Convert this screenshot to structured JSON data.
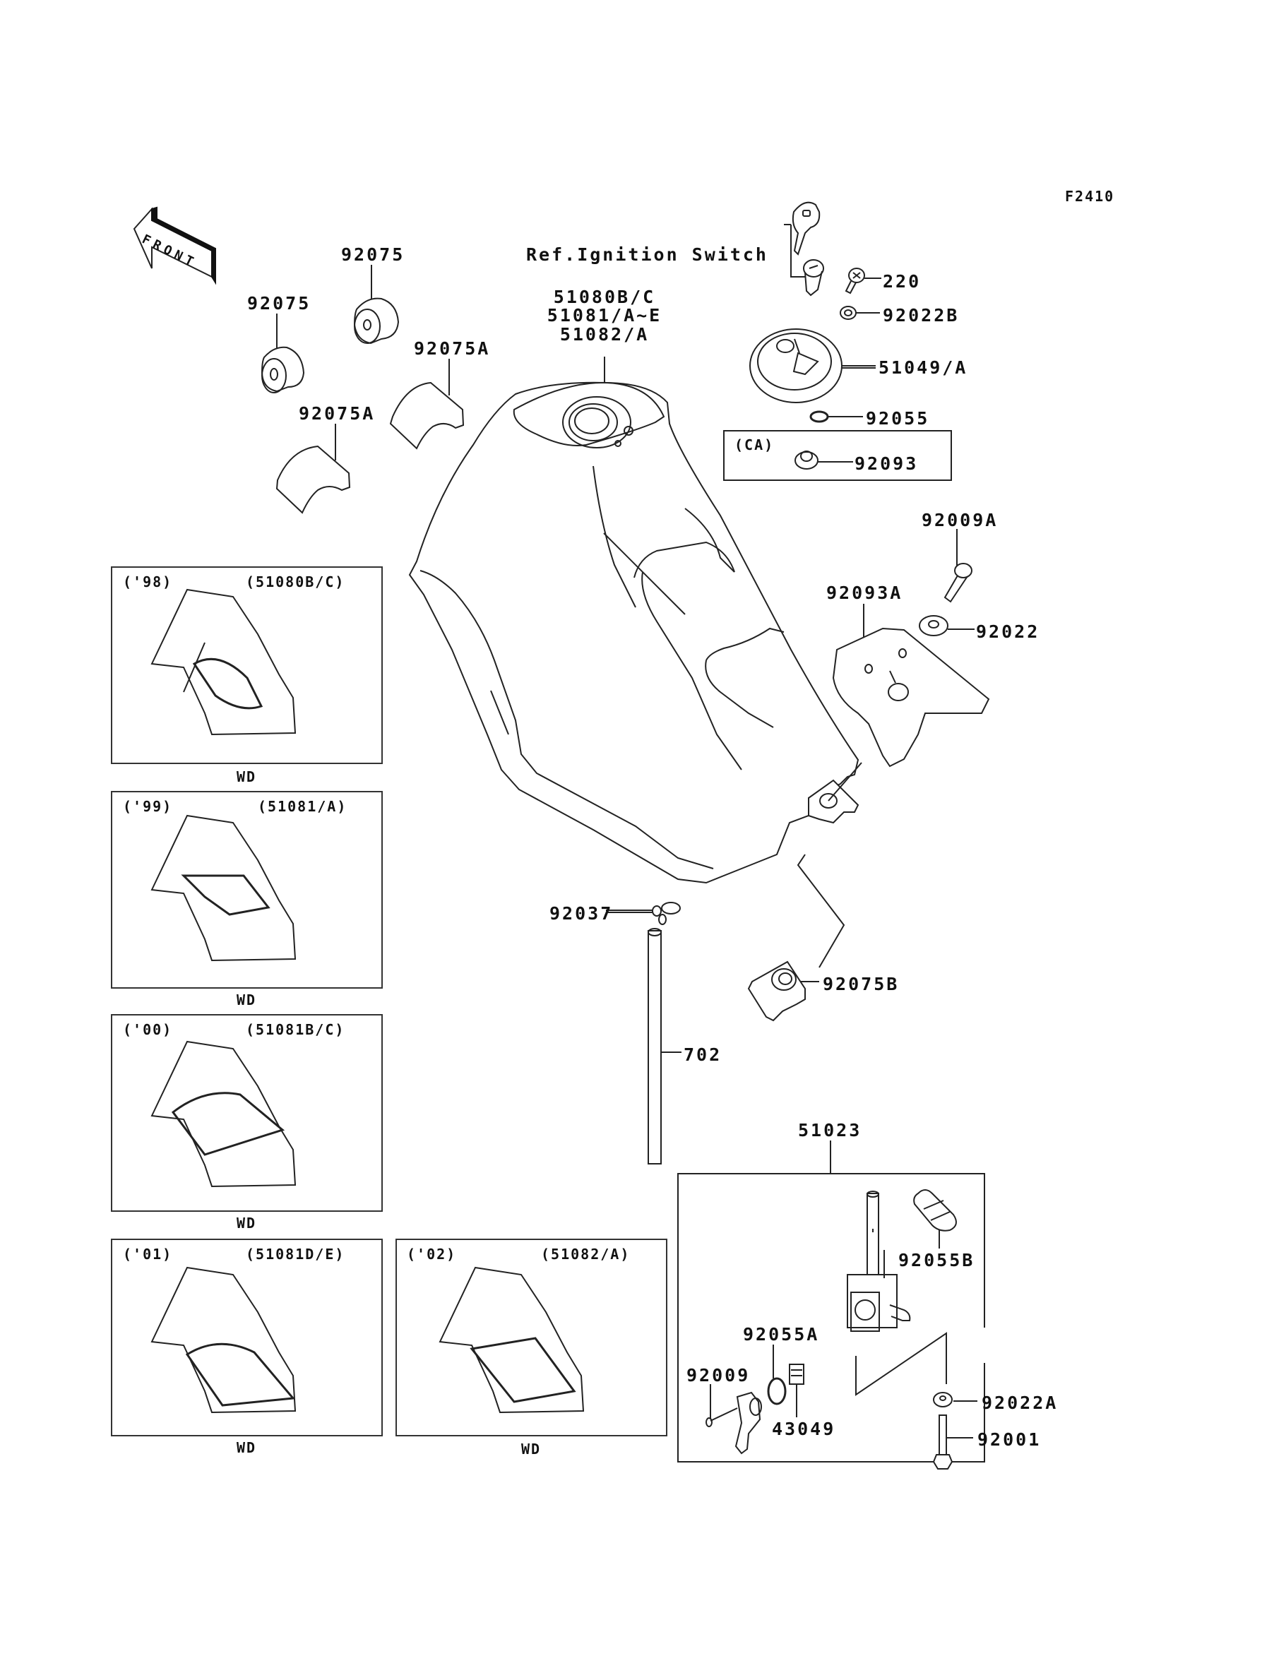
{
  "figure_code": "F2410",
  "front_indicator": "FRONT",
  "reference_note": "Ref.Ignition Switch",
  "fuel_tank": {
    "part_numbers": [
      "51080B/C",
      "51081/A~E",
      "51082/A"
    ]
  },
  "callouts": {
    "p92075_top": "92075",
    "p92075_left": "92075",
    "p92075A_right": "92075A",
    "p92075A_left": "92075A",
    "p220": "220",
    "p92022B": "92022B",
    "p51049A": "51049/A",
    "p92055": "92055",
    "p92093": "92093",
    "ca_tag": "(CA)",
    "p92009A": "92009A",
    "p92093A": "92093A",
    "p92022": "92022",
    "p92037": "92037",
    "p92075B": "92075B",
    "p702": "702",
    "p51023": "51023",
    "p92055B": "92055B",
    "p92055A": "92055A",
    "p92009": "92009",
    "p43049": "43049",
    "p92022A": "92022A",
    "p92001": "92001"
  },
  "decal_panels": [
    {
      "year": "('98)",
      "parts": "(51080B/C)",
      "caption": "WD"
    },
    {
      "year": "('99)",
      "parts": "(51081/A)",
      "caption": "WD"
    },
    {
      "year": "('00)",
      "parts": "(51081B/C)",
      "caption": "WD"
    },
    {
      "year": "('01)",
      "parts": "(51081D/E)",
      "caption": "WD"
    },
    {
      "year": "('02)",
      "parts": "(51082/A)",
      "caption": "WD"
    }
  ]
}
